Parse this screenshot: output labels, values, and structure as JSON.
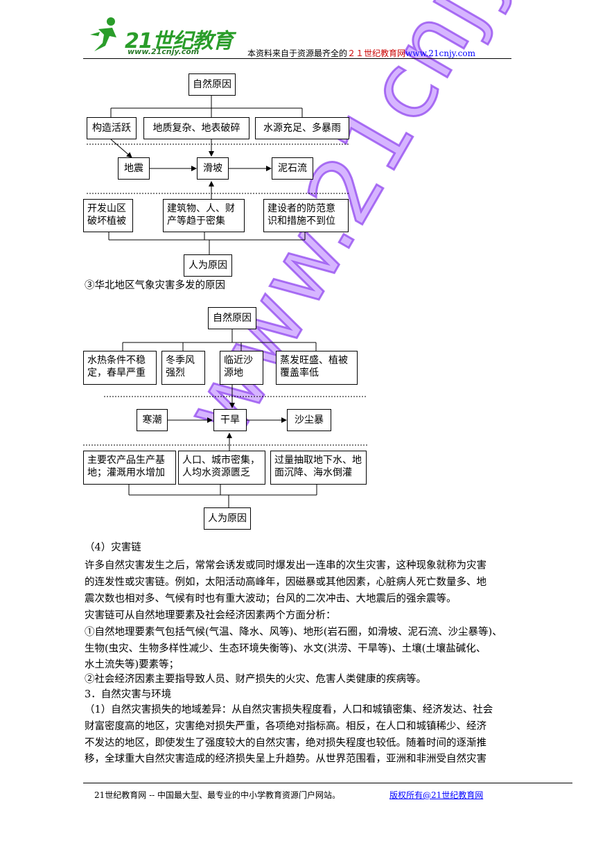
{
  "header": {
    "logo_text": "21世纪教育",
    "logo_url": "www.21cnjy.com",
    "source_prefix": "本资料来自于资源最齐全的",
    "source_site": "２１世纪教育网",
    "source_url": "www.21cnjy.com"
  },
  "diagram1": {
    "top": "自然原因",
    "natural": [
      "构造活跃",
      "地质复杂、地表破碎",
      "水源充足、多暴雨"
    ],
    "center": [
      "地震",
      "滑坡",
      "泥石流"
    ],
    "human_line1": [
      "开发山区",
      "建筑物、人、财",
      "建设者的防范意"
    ],
    "human_line2": [
      "破坏植被",
      "产等趋于密集",
      "识和措施不到位"
    ],
    "bottom": "人为原因"
  },
  "section3_title": "③华北地区气象灾害多发的原因",
  "diagram2": {
    "top": "自然原因",
    "natural_line1": [
      "水热条件不稳",
      "冬季风",
      "临近沙",
      "蒸发旺盛、植被"
    ],
    "natural_line2": [
      "定，春旱严重",
      "强烈",
      "源地",
      "覆盖率低"
    ],
    "center": [
      "寒潮",
      "干旱",
      "沙尘暴"
    ],
    "human_line1": [
      "主要农产品生产基",
      "人口、城市密集，",
      "过量抽取地下水、地"
    ],
    "human_line2": [
      "地；灌溉用水增加",
      "人均水资源匮乏",
      "面沉降、海水倒灌"
    ],
    "bottom": "人为原因"
  },
  "body": {
    "h4": "（4）灾害链",
    "p1_l1": "许多自然灾害发生之后，常常会诱发或同时爆发出一连串的次生灾害，这种现象就称为灾害",
    "p1_l2": "的连发性或灾害链。例如，太阳活动高峰年，因磁暴或其他因素，心脏病人死亡数量多、地",
    "p1_l3": "震次数也相对多、气候有时也有重大波动；台风的二次冲击、大地震后的强余震等。",
    "p2": "灾害链可从自然地理要素及社会经济因素两个方面分析：",
    "p3_l1": "①自然地理要素气包括气候(气温、降水、风等)、地形(岩石圈，如滑坡、泥石流、沙尘暴等)、",
    "p3_l2": "生物(虫灾、生物多样性减少、生态环境失衡等)、水文(洪涝、干旱等)、土壤(土壤盐碱化、",
    "p3_l3": "水土流失等)要素等；",
    "p4": "②社会经济因素主要指导致人员、财产损失的火灾、危害人类健康的疾病等。",
    "h3": "3．自然灾害与环境",
    "p5_l1": "（1）自然灾害损失的地域差异：从自然灾害损失程度看，人口和城镇密集、经济发达、社会",
    "p5_l2": "财富密度高的地区，灾害绝对损失严重，各项绝对指标高。相反，在人口和城镇稀少、经济",
    "p5_l3": "不发达的地区，即使发生了强度较大的自然灾害，绝对损失程度也较低。随着时间的逐渐推",
    "p5_l4": "移，全球重大自然灾害造成的经济损失呈上升趋势。从世界范围看，亚洲和非洲受自然灾害"
  },
  "footer": {
    "left": "21世纪教育网 -- 中国最大型、最专业的中小学教育资源门户网站。",
    "right": "版权所有@21世纪教育网"
  },
  "watermark": "www.21cnjy.com"
}
